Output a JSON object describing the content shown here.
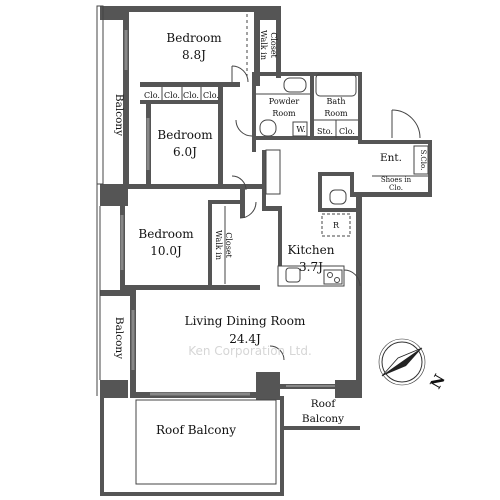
{
  "rooms": {
    "bedroom_1": {
      "name": "Bedroom",
      "size": "8.8J"
    },
    "bedroom_2": {
      "name": "Bedroom",
      "size": "6.0J"
    },
    "bedroom_3": {
      "name": "Bedroom",
      "size": "10.0J"
    },
    "walk_in_closet_1": {
      "line1": "Walk in",
      "line2": "Closet"
    },
    "walk_in_closet_2": {
      "line1": "Walk in",
      "line2": "Closet"
    },
    "closets": [
      "Clo.",
      "Clo.",
      "Clo.",
      "Clo."
    ],
    "powder_room": {
      "line1": "Powder",
      "line2": "Room"
    },
    "bath_room": {
      "line1": "Bath",
      "line2": "Room"
    },
    "washer": "W.",
    "storage": "Sto.",
    "closet_hall": "Clo.",
    "entrance": "Ent.",
    "shoe_closet": "S.Clo.",
    "shoes_in_closet": {
      "line1": "Shoes in",
      "line2": "Clo."
    },
    "refrigerator": "R",
    "kitchen": {
      "name": "Kitchen",
      "size": "3.7J"
    },
    "living_dining": {
      "name": "Living Dining Room",
      "size": "24.4J"
    },
    "balcony_upper": "Balcony",
    "balcony_lower": "Balcony",
    "roof_balcony_main": "Roof Balcony",
    "roof_balcony_side": {
      "line1": "Roof",
      "line2": "Balcony"
    }
  },
  "watermark": "Ken Corporation Ltd.",
  "compass": {
    "label": "N"
  },
  "colors": {
    "wall": "#555555",
    "line": "#333333",
    "glass": "#888888",
    "watermark": "#d6d6d6"
  }
}
